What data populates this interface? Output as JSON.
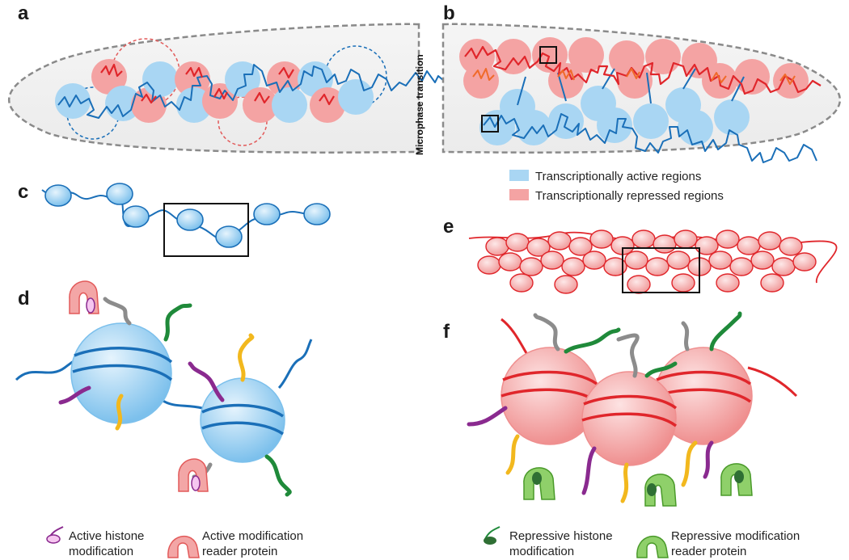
{
  "panels": {
    "a": "a",
    "b": "b",
    "c": "c",
    "d": "d",
    "e": "e",
    "f": "f"
  },
  "transition_label": "Microphase transition",
  "legend_regions": {
    "active": "Transcriptionally active regions",
    "repressed": "Transcriptionally repressed regions"
  },
  "legend_active": {
    "mod_line1": "Active histone",
    "mod_line2": "modification",
    "reader_line1": "Active modification",
    "reader_line2": "reader protein"
  },
  "legend_repressive": {
    "mod_line1": "Repressive histone",
    "mod_line2": "modification",
    "reader_line1": "Repressive modification",
    "reader_line2": "reader protein"
  },
  "colors": {
    "active_fill": "#a9d6f3",
    "active_line": "#1a6fb8",
    "repressed_fill": "#f4a3a3",
    "repressed_line": "#e0262b",
    "tail_green": "#1f8a3a",
    "tail_purple": "#8a2a8f",
    "tail_yellow": "#f2b81e",
    "tail_gray": "#8c8c8c",
    "reader_red": "#f3a6a6",
    "reader_green": "#8fd06a"
  }
}
